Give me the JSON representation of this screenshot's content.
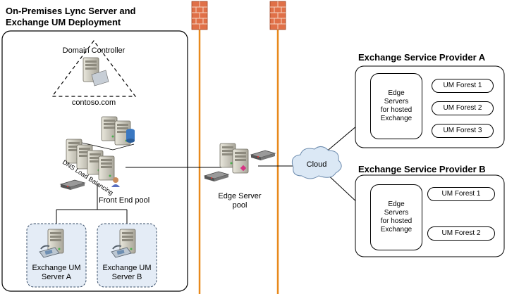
{
  "onprem": {
    "title_line1": "On-Premises Lync Server and",
    "title_line2": "Exchange UM Deployment",
    "domain_controller": "Domain Controller",
    "domain": "contoso.com",
    "dns_lb": "DNS Load Balancing",
    "front_end_pool": "Front End pool",
    "um_a_line1": "Exchange UM",
    "um_a_line2": "Server A",
    "um_b_line1": "Exchange UM",
    "um_b_line2": "Server B"
  },
  "edge": {
    "line1": "Edge Server",
    "line2": "pool"
  },
  "cloud": {
    "label": "Cloud"
  },
  "provider_a": {
    "title": "Exchange Service Provider A",
    "edge_lines": [
      "Edge",
      "Servers",
      "for hosted",
      "Exchange"
    ],
    "forests": [
      "UM Forest 1",
      "UM Forest 2",
      "UM Forest 3"
    ]
  },
  "provider_b": {
    "title": "Exchange Service Provider B",
    "edge_lines": [
      "Edge",
      "Servers",
      "for hosted",
      "Exchange"
    ],
    "forests": [
      "UM Forest 1",
      "UM Forest 2"
    ]
  },
  "colors": {
    "firewall_line": "#e8891c",
    "firewall_brick": "#d9653b",
    "server_body": "#c9c7ba",
    "cloud_fill": "#dbe8f5",
    "um_box_fill": "#e4ecf6"
  },
  "icons": [
    "firewall-icon",
    "server-icon",
    "cloud-icon",
    "phone-icon",
    "database-icon",
    "router-icon",
    "user-icon"
  ]
}
